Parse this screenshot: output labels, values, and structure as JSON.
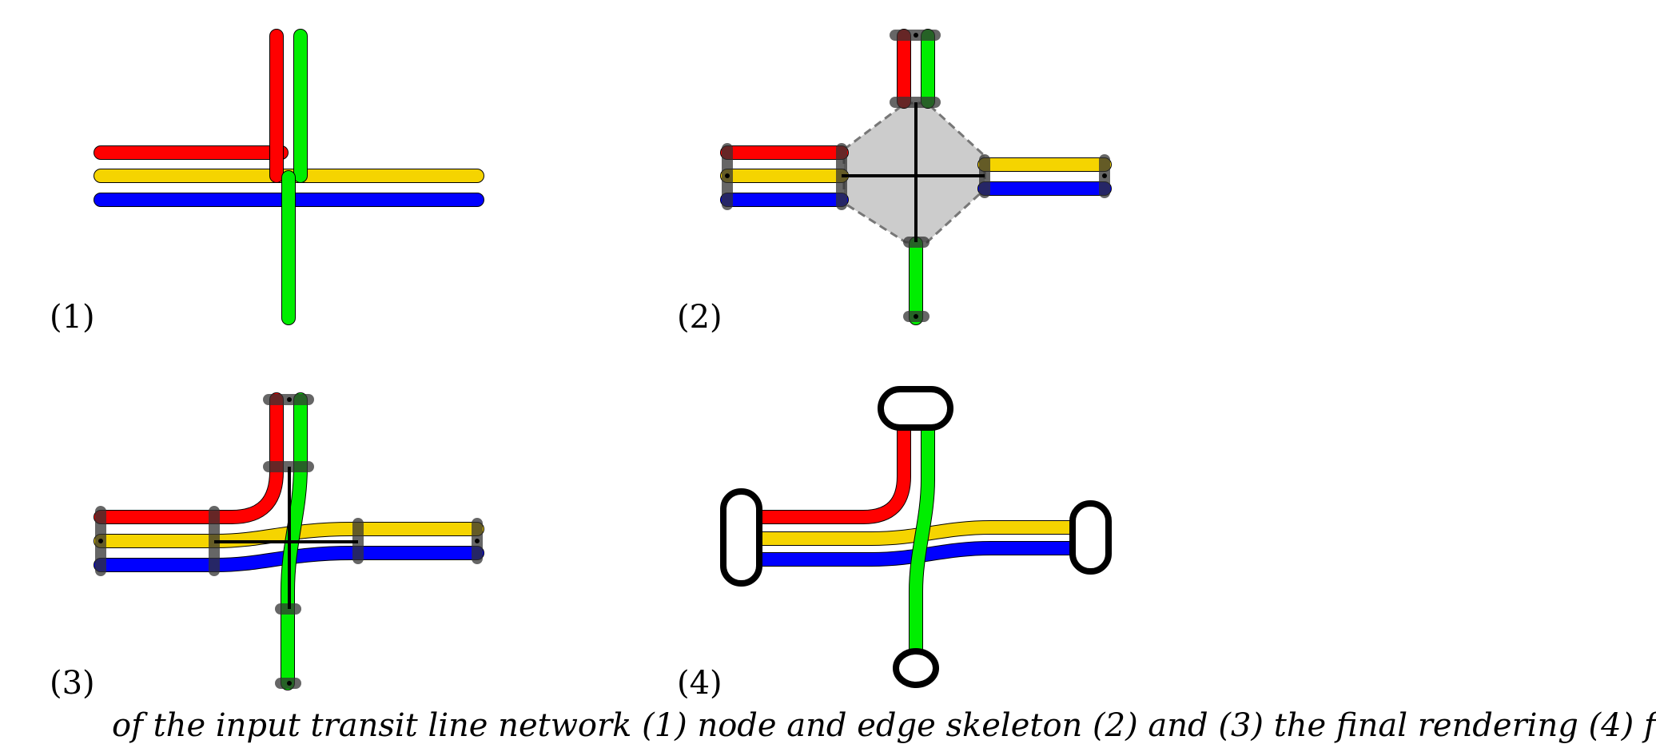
{
  "panels": [
    {
      "label": "(1)"
    },
    {
      "label": "(2)"
    },
    {
      "label": "(3)"
    },
    {
      "label": "(4)"
    }
  ],
  "lines": [
    {
      "name": "red",
      "color": "#ff0000"
    },
    {
      "name": "yellow",
      "color": "#f5d400"
    },
    {
      "name": "blue",
      "color": "#0000ff"
    },
    {
      "name": "green",
      "color": "#00ee00"
    }
  ],
  "caption_fragment": "of      the  input  transit  line  network  (1)    node  and  edge  skeleton  (2)  and  (3)  the  final  rendering (4) f"
}
